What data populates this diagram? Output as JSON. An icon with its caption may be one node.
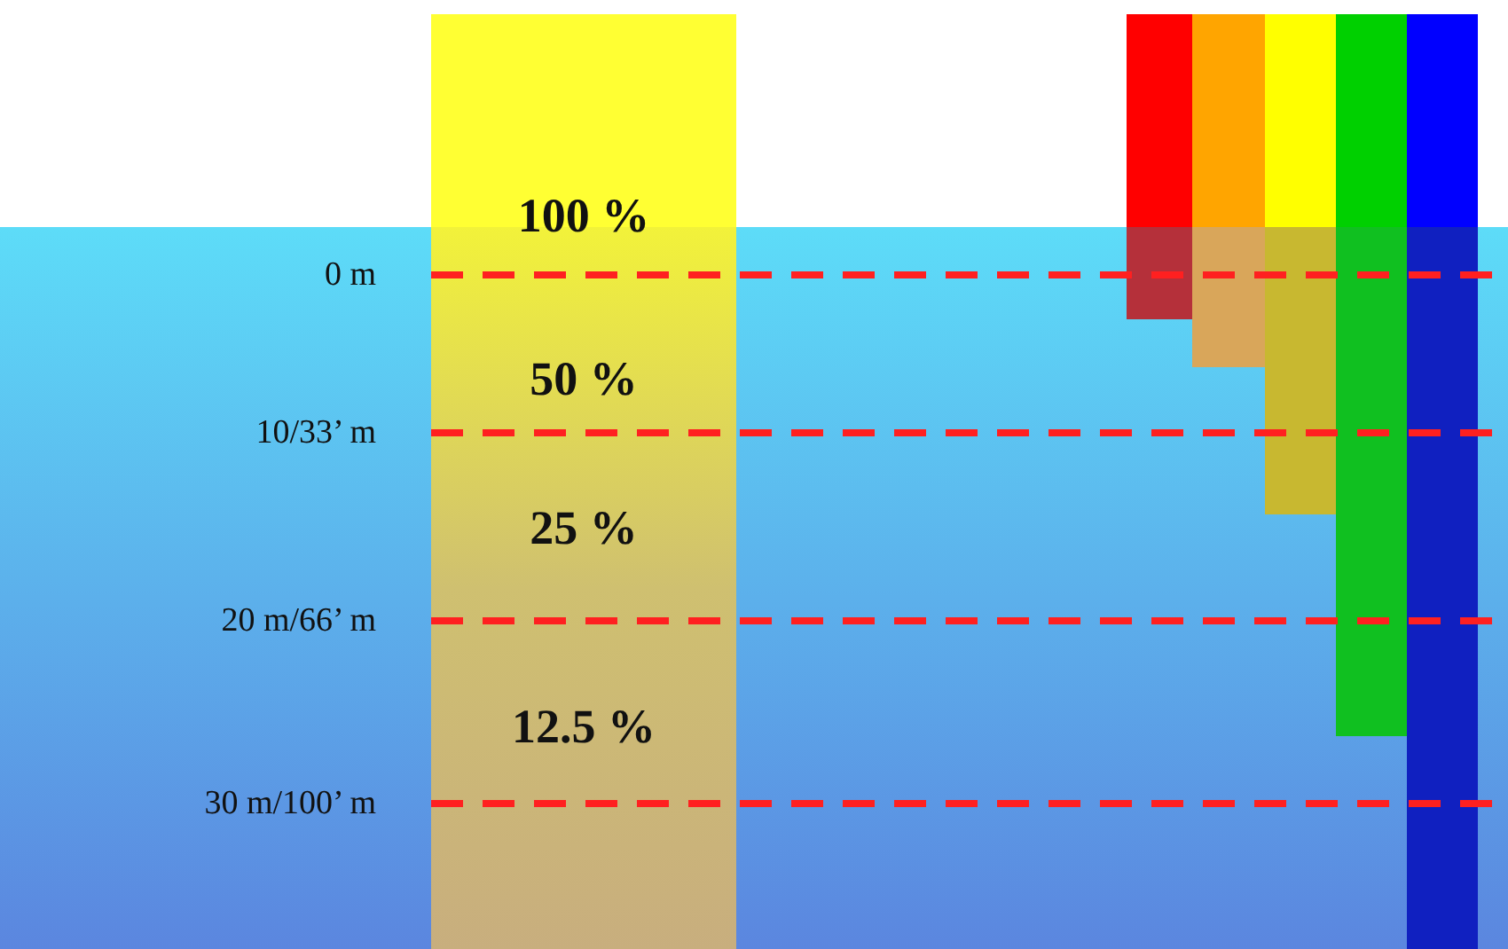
{
  "diagram": {
    "labels": [
      "100 %",
      "0 m",
      "50 %",
      "10/33’ m",
      "25 %",
      "20 m/66’ m",
      "12.5 %",
      "30 m/100’ m"
    ]
  }
}
